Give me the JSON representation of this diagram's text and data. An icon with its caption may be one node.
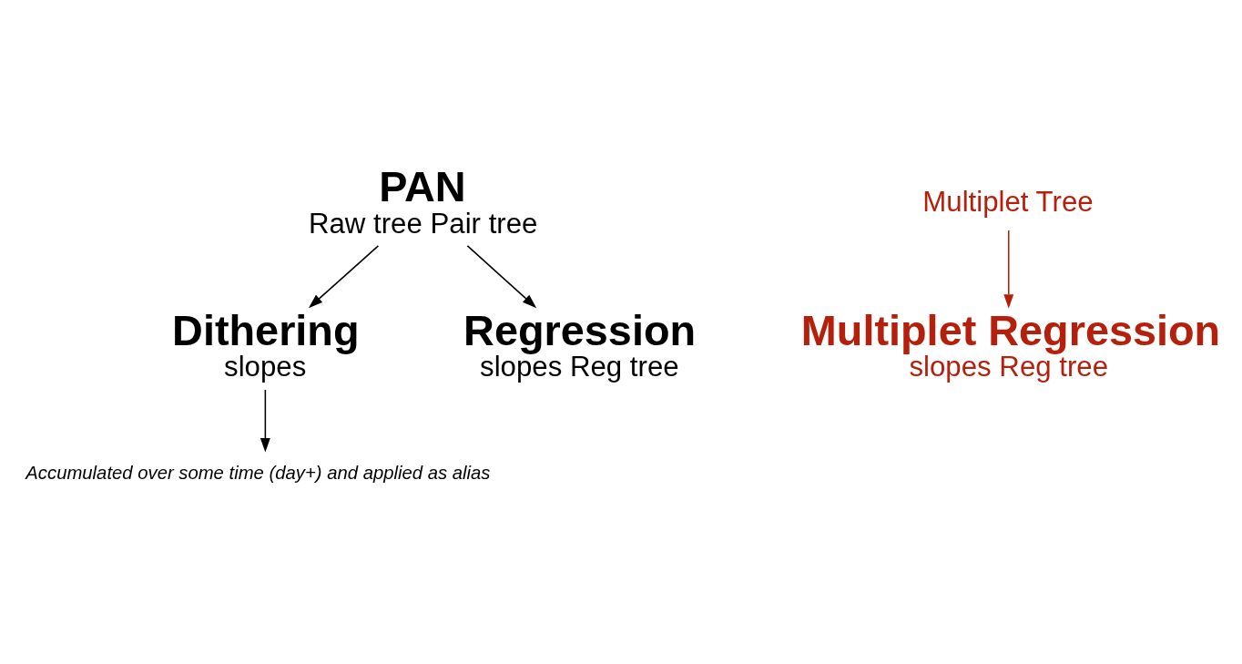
{
  "diagram": {
    "nodes": [
      {
        "text": [
          "PAN",
          "Raw tree Pair tree"
        ]
      },
      {
        "text": [
          "Dithering",
          "slopes"
        ]
      },
      {
        "text": [
          "Regression",
          "slopes Reg tree"
        ]
      },
      {
        "text": [
          "Multiplet Tree"
        ]
      },
      {
        "text": [
          "Multiplet Regression",
          "slopes Reg tree"
        ]
      },
      {
        "text": [
          "Accumulated over some time (day+) and applied as alias"
        ]
      }
    ],
    "edges": [
      {
        "from": 0,
        "to": 1,
        "arrow": "to"
      },
      {
        "from": 0,
        "to": 2,
        "arrow": "to"
      },
      {
        "from": 3,
        "to": 4,
        "arrow": "to",
        "color": "#b5200d"
      },
      {
        "from": 1,
        "to": 5,
        "arrow": "to"
      }
    ]
  }
}
